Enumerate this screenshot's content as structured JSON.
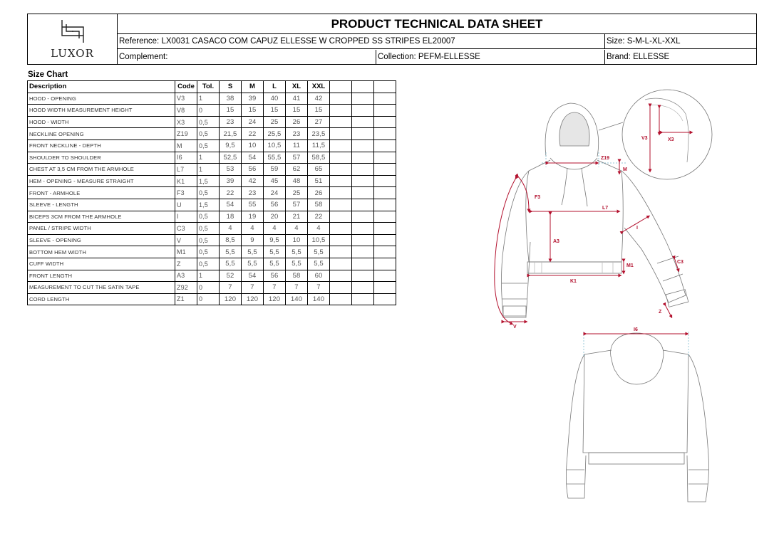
{
  "header": {
    "logo_text": "LUXOR",
    "title": "PRODUCT TECHNICAL DATA SHEET",
    "reference": "Reference: LX0031  CASACO COM CAPUZ ELLESSE W CROPPED SS STRIPES EL20007",
    "size": "Size: S-M-L-XL-XXL",
    "complement": "Complement:",
    "collection": "Collection: PEFM-ELLESSE",
    "brand": "Brand: ELLESSE"
  },
  "size_chart": {
    "title": "Size Chart",
    "headers": [
      "Description",
      "Code",
      "Tol.",
      "S",
      "M",
      "L",
      "XL",
      "XXL",
      "",
      "",
      ""
    ],
    "rows": [
      {
        "desc": "HOOD - OPENING",
        "code": "V3",
        "tol": "1",
        "vals": [
          "38",
          "39",
          "40",
          "41",
          "42"
        ]
      },
      {
        "desc": "HOOD WIDTH MEASUREMENT HEIGHT",
        "code": "V8",
        "tol": "0",
        "vals": [
          "15",
          "15",
          "15",
          "15",
          "15"
        ]
      },
      {
        "desc": "HOOD - WIDTH",
        "code": "X3",
        "tol": "0,5",
        "vals": [
          "23",
          "24",
          "25",
          "26",
          "27"
        ]
      },
      {
        "desc": "NECKLINE OPENING",
        "code": "Z19",
        "tol": "0,5",
        "vals": [
          "21,5",
          "22",
          "25,5",
          "23",
          "23,5"
        ]
      },
      {
        "desc": "FRONT NECKLINE - DEPTH",
        "code": "M",
        "tol": "0,5",
        "vals": [
          "9,5",
          "10",
          "10,5",
          "11",
          "11,5"
        ]
      },
      {
        "desc": "SHOULDER TO SHOULDER",
        "code": "I6",
        "tol": "1",
        "vals": [
          "52,5",
          "54",
          "55,5",
          "57",
          "58,5"
        ]
      },
      {
        "desc": "CHEST AT 3,5 CM FROM THE ARMHOLE",
        "code": "L7",
        "tol": "1",
        "vals": [
          "53",
          "56",
          "59",
          "62",
          "65"
        ]
      },
      {
        "desc": "HEM - OPENING - MEASURE STRAIGHT",
        "code": "K1",
        "tol": "1,5",
        "vals": [
          "39",
          "42",
          "45",
          "48",
          "51"
        ]
      },
      {
        "desc": "FRONT - ARMHOLE",
        "code": "F3",
        "tol": "0,5",
        "vals": [
          "22",
          "23",
          "24",
          "25",
          "26"
        ]
      },
      {
        "desc": "SLEEVE - LENGTH",
        "code": "U",
        "tol": "1,5",
        "vals": [
          "54",
          "55",
          "56",
          "57",
          "58"
        ]
      },
      {
        "desc": "BICEPS 3CM FROM THE ARMHOLE",
        "code": "I",
        "tol": "0,5",
        "vals": [
          "18",
          "19",
          "20",
          "21",
          "22"
        ]
      },
      {
        "desc": "PANEL / STRIPE WIDTH",
        "code": "C3",
        "tol": "0,5",
        "vals": [
          "4",
          "4",
          "4",
          "4",
          "4"
        ]
      },
      {
        "desc": "SLEEVE - OPENING",
        "code": "V",
        "tol": "0,5",
        "vals": [
          "8,5",
          "9",
          "9,5",
          "10",
          "10,5"
        ]
      },
      {
        "desc": "BOTTOM HEM WIDTH",
        "code": "M1",
        "tol": "0,5",
        "vals": [
          "5,5",
          "5,5",
          "5,5",
          "5,5",
          "5,5"
        ]
      },
      {
        "desc": "CUFF WIDTH",
        "code": "Z",
        "tol": "0,5",
        "vals": [
          "5,5",
          "5,5",
          "5,5",
          "5,5",
          "5,5"
        ]
      },
      {
        "desc": "FRONT LENGTH",
        "code": "A3",
        "tol": "1",
        "vals": [
          "52",
          "54",
          "56",
          "58",
          "60"
        ]
      },
      {
        "desc": "MEASUREMENT TO CUT THE SATIN TAPE",
        "code": "Z92",
        "tol": "0",
        "vals": [
          "7",
          "7",
          "7",
          "7",
          "7"
        ]
      },
      {
        "desc": "CORD LENGTH",
        "code": "Z1",
        "tol": "0",
        "vals": [
          "120",
          "120",
          "120",
          "140",
          "140"
        ]
      }
    ]
  },
  "drawing_labels": {
    "front": [
      "Z19",
      "M",
      "F3",
      "L7",
      "A3",
      "I",
      "M1",
      "C3",
      "K1",
      "Z",
      "V"
    ],
    "hood_detail": [
      "V3",
      "X3"
    ],
    "back": [
      "I6"
    ]
  },
  "colors": {
    "measure_line": "#b3112e",
    "guide_line": "#6fb1c9",
    "sketch_line": "#777777"
  }
}
